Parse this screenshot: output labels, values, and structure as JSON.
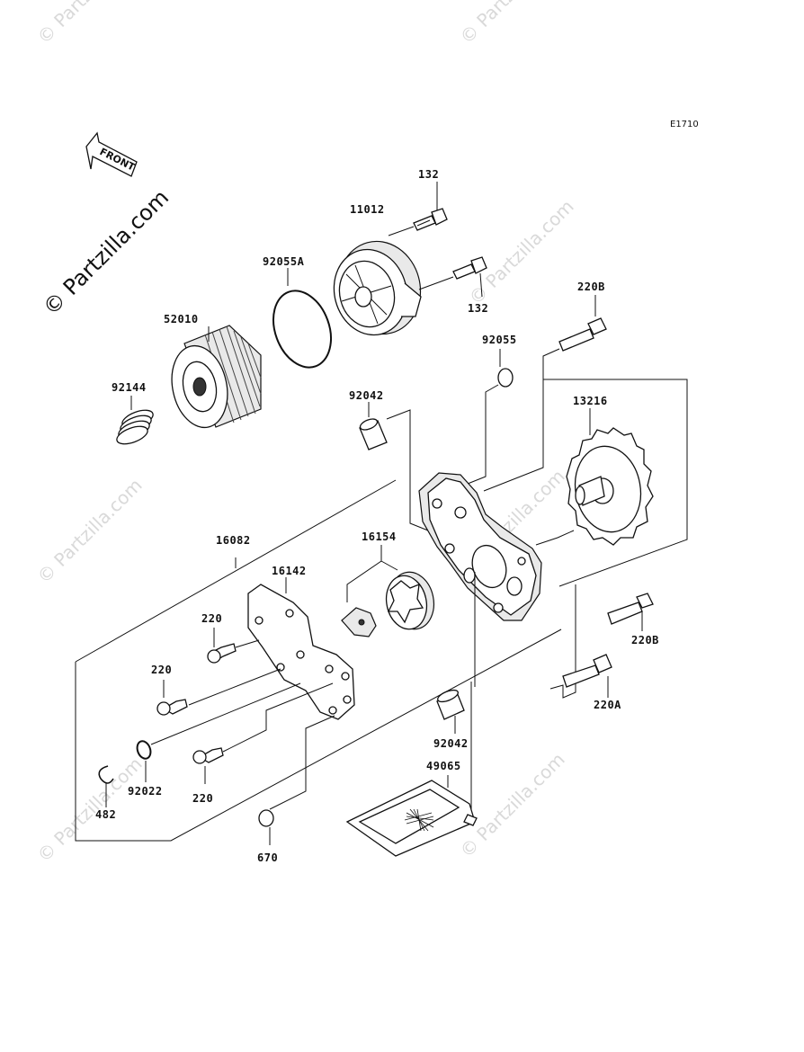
{
  "diagram_code": "E1710",
  "front_label": "FRONT",
  "watermark": {
    "primary": "© Partzilla.com",
    "faint": "© Partzilla.com"
  },
  "parts": [
    {
      "id": "132a",
      "label": "132"
    },
    {
      "id": "11012",
      "label": "11012"
    },
    {
      "id": "92055A",
      "label": "92055A"
    },
    {
      "id": "132b",
      "label": "132"
    },
    {
      "id": "52010",
      "label": "52010"
    },
    {
      "id": "220B-top",
      "label": "220B"
    },
    {
      "id": "92144",
      "label": "92144"
    },
    {
      "id": "92055",
      "label": "92055"
    },
    {
      "id": "92042-top",
      "label": "92042"
    },
    {
      "id": "13216",
      "label": "13216"
    },
    {
      "id": "16082",
      "label": "16082"
    },
    {
      "id": "16154",
      "label": "16154"
    },
    {
      "id": "16142",
      "label": "16142"
    },
    {
      "id": "220-a",
      "label": "220"
    },
    {
      "id": "220-b",
      "label": "220"
    },
    {
      "id": "220B-bottom",
      "label": "220B"
    },
    {
      "id": "220A",
      "label": "220A"
    },
    {
      "id": "92042-bottom",
      "label": "92042"
    },
    {
      "id": "92022",
      "label": "92022"
    },
    {
      "id": "220-c",
      "label": "220"
    },
    {
      "id": "49065",
      "label": "49065"
    },
    {
      "id": "482",
      "label": "482"
    },
    {
      "id": "670",
      "label": "670"
    }
  ]
}
